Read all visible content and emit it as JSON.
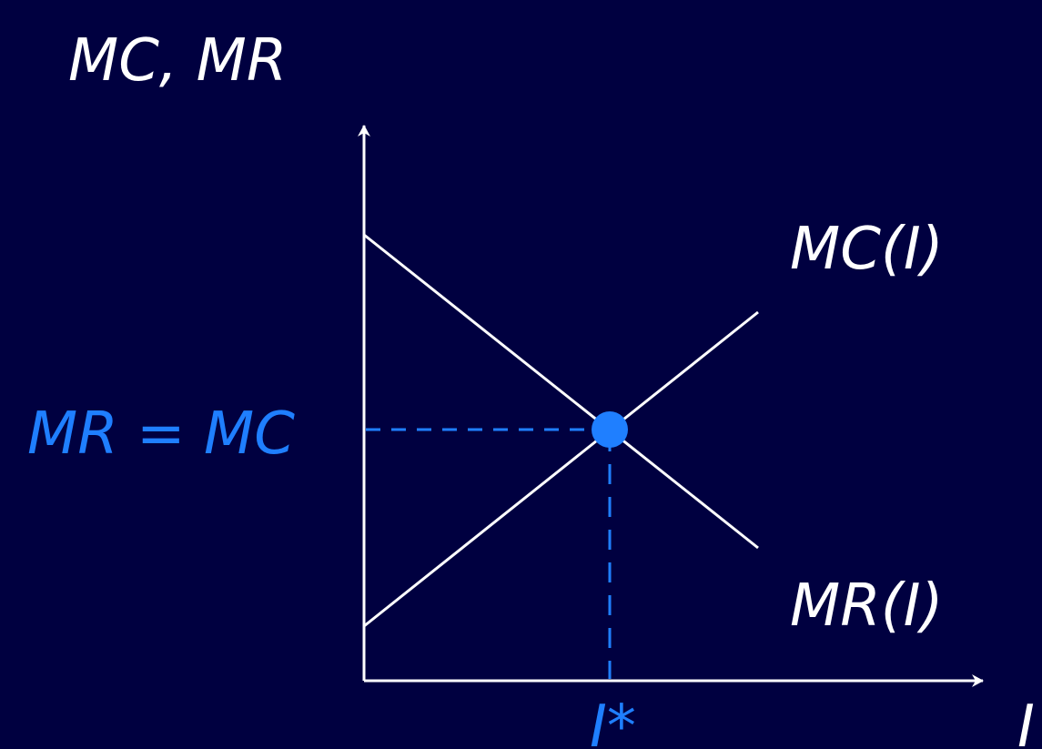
{
  "diagram": {
    "y_axis_label": "MC, MR",
    "x_axis_label": "I",
    "mc_curve_label": "MC(I)",
    "mr_curve_label": "MR(I)",
    "equilibrium_label": "MR = MC",
    "equilibrium_quantity_label": "I*"
  },
  "colors": {
    "background": "#000040",
    "axes": "#ffffff",
    "curves": "#ffffff",
    "highlight": "#1f7fff"
  }
}
